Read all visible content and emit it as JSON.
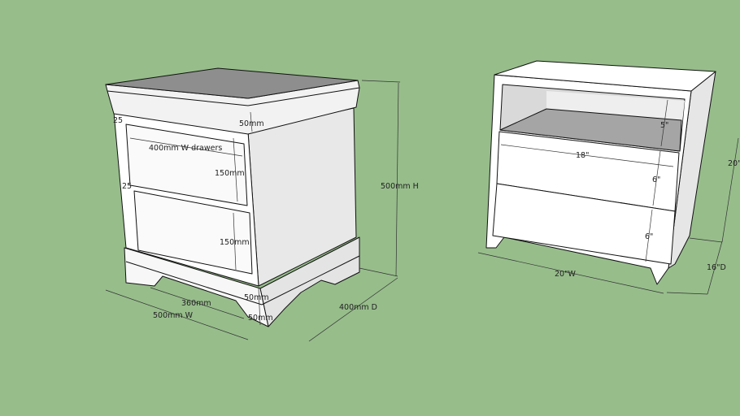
{
  "colors": {
    "background": "#97bd8b",
    "face_light": "#ffffff",
    "face_side": "#e6e6e6",
    "top_dark": "#8e8e8e",
    "shelf": "#a5a5a5"
  },
  "left_cabinet": {
    "labels": {
      "top_margin": "25",
      "top_rail": "50mm",
      "drawers": "400mm W drawers",
      "drawer_gap": "25",
      "drawer_upper": "150mm",
      "drawer_lower": "150mm",
      "height": "500mm H",
      "plinth_upper": "50mm",
      "plinth_lower": "50mm",
      "inner_width": "360mm",
      "width": "500mm W",
      "depth": "400mm D"
    }
  },
  "right_cabinet": {
    "labels": {
      "shelf_gap": "5\"",
      "inner_width": "18\"",
      "drawer_upper": "6\"",
      "drawer_lower": "6\"",
      "height": "20\"",
      "width": "20\"W",
      "depth": "16\"D"
    }
  }
}
